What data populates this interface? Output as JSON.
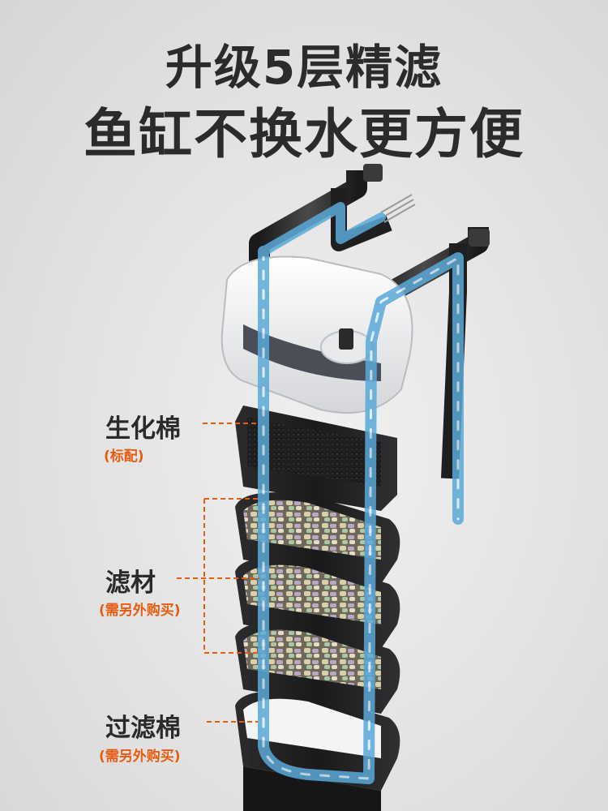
{
  "headline": {
    "line1": "升级5层精滤",
    "line2": "鱼缸不换水更方便"
  },
  "callouts": [
    {
      "label": "生化棉",
      "note": "(标配)"
    },
    {
      "label": "滤材",
      "note": "(需另外购买)"
    },
    {
      "label": "过滤棉",
      "note": "(需另外购买)"
    }
  ],
  "colors": {
    "text_dark": "#2b2b2b",
    "accent_orange": "#e85c10",
    "tray_black": "#1c1c1e",
    "water_blue": "#5aa9d8"
  }
}
